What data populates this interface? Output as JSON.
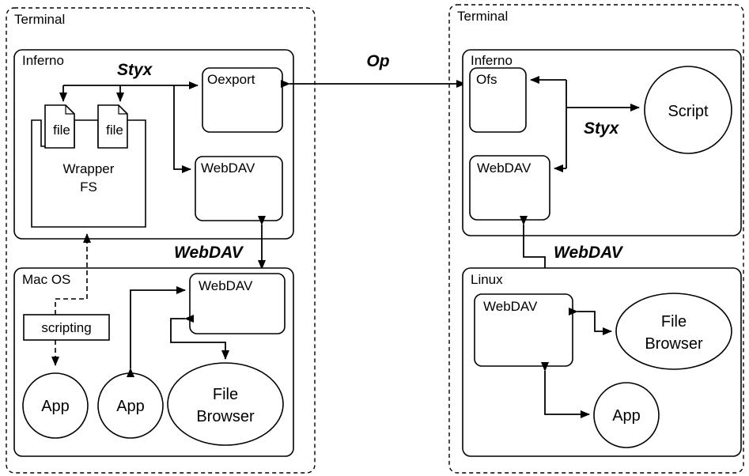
{
  "left": {
    "terminal_label": "Terminal",
    "inferno": {
      "label": "Inferno",
      "styx_label": "Styx",
      "oexport_label": "Oexport",
      "webdav_label": "WebDAV",
      "wrapper_fs": {
        "line1": "Wrapper",
        "line2": "FS"
      },
      "file1_label": "file",
      "file2_label": "file"
    },
    "webdav_link_label": "WebDAV",
    "macos": {
      "label": "Mac OS",
      "webdav_label": "WebDAV",
      "scripting_label": "scripting",
      "app1_label": "App",
      "app2_label": "App",
      "file_browser": {
        "line1": "File",
        "line2": "Browser"
      }
    }
  },
  "op_label": "Op",
  "right": {
    "terminal_label": "Terminal",
    "inferno": {
      "label": "Inferno",
      "ofs_label": "Ofs",
      "webdav_label": "WebDAV",
      "script_label": "Script",
      "styx_label": "Styx"
    },
    "webdav_link_label": "WebDAV",
    "linux": {
      "label": "Linux",
      "webdav_label": "WebDAV",
      "file_browser": {
        "line1": "File",
        "line2": "Browser"
      },
      "app_label": "App"
    }
  }
}
